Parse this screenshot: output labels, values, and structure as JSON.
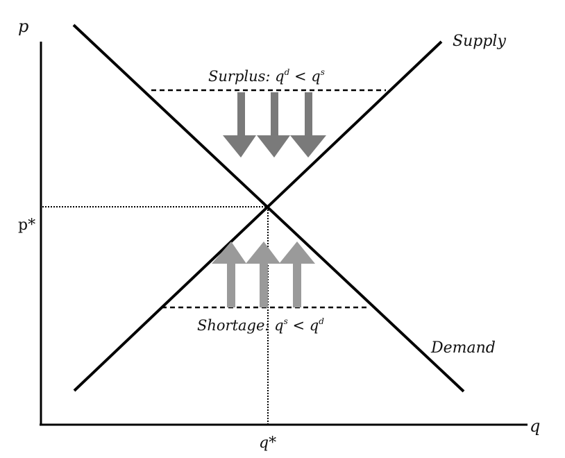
{
  "axes": {
    "y_label": "p",
    "x_label": "q",
    "price_eq_label": "p*",
    "quantity_eq_label": "q*"
  },
  "curves": {
    "supply_label": "Supply",
    "demand_label": "Demand"
  },
  "surplus": {
    "prefix": "Surplus: q",
    "sup_d": "d",
    "op": " < q",
    "sup_s": "s"
  },
  "shortage": {
    "prefix": "Shortage: q",
    "sup_s": "s",
    "op": " < q",
    "sup_d": "d"
  },
  "colors": {
    "lines": "#000000",
    "arrows_down": "#7a7a7a",
    "arrows_up": "#9a9a9a"
  }
}
